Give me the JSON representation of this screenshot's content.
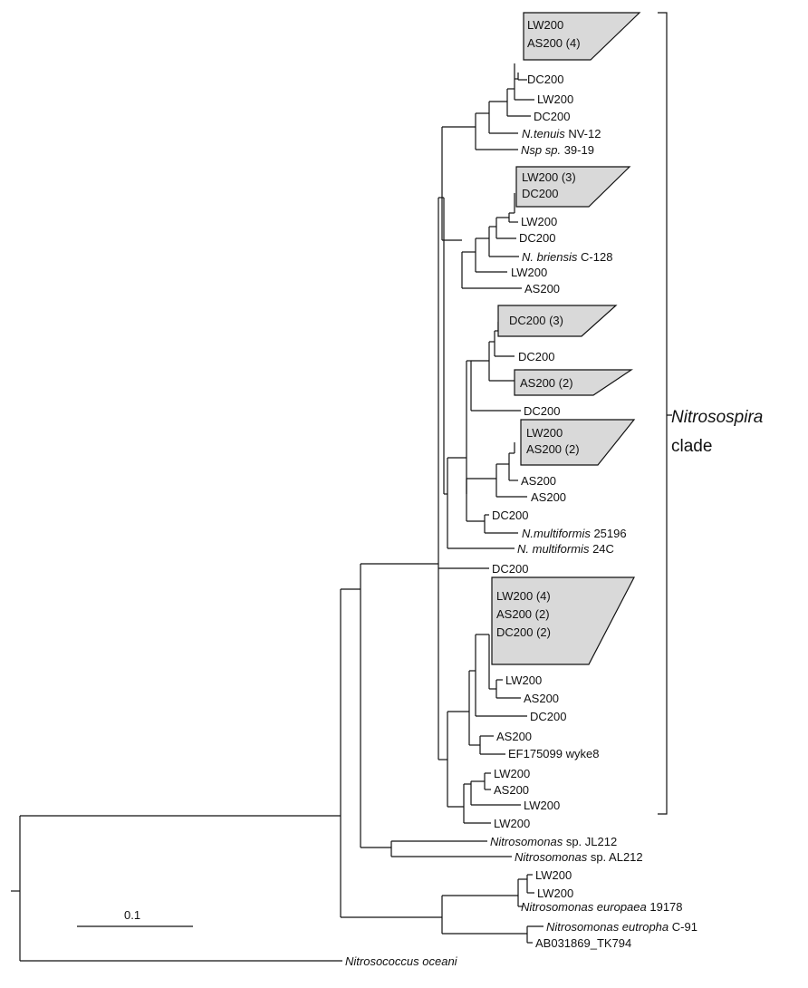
{
  "clade": {
    "bracket_line1": "Nitrosospira",
    "bracket_line2": "clade"
  },
  "scale_bar": {
    "label": "0.1",
    "length": 0.1
  },
  "collapsed_groups": [
    {
      "lines": [
        "LW200",
        "AS200 (4)"
      ]
    },
    {
      "lines": [
        "LW200 (3)",
        "DC200"
      ]
    },
    {
      "lines": [
        "DC200 (3)"
      ]
    },
    {
      "lines": [
        "AS200 (2)"
      ]
    },
    {
      "lines": [
        "LW200",
        "AS200 (2)"
      ]
    },
    {
      "lines": [
        "LW200 (4)",
        "AS200 (2)",
        "DC200 (2)"
      ]
    }
  ],
  "leaves": [
    {
      "it": "",
      "rest": "DC200"
    },
    {
      "it": "",
      "rest": "LW200"
    },
    {
      "it": "",
      "rest": "DC200"
    },
    {
      "it": "N.tenuis",
      "rest": " NV-12"
    },
    {
      "it": "Nsp sp.",
      "rest": " 39-19"
    },
    {
      "it": "",
      "rest": "LW200"
    },
    {
      "it": "",
      "rest": "DC200"
    },
    {
      "it": "N. briensis",
      "rest": " C-128"
    },
    {
      "it": "",
      "rest": "LW200"
    },
    {
      "it": "",
      "rest": "AS200"
    },
    {
      "it": "",
      "rest": "DC200"
    },
    {
      "it": "",
      "rest": "DC200"
    },
    {
      "it": "",
      "rest": "AS200"
    },
    {
      "it": "",
      "rest": "AS200"
    },
    {
      "it": "",
      "rest": "DC200"
    },
    {
      "it": "N.multiformis",
      "rest": " 25196"
    },
    {
      "it": "N. multiformis",
      "rest": " 24C"
    },
    {
      "it": "",
      "rest": "DC200"
    },
    {
      "it": "",
      "rest": "LW200"
    },
    {
      "it": "",
      "rest": "AS200"
    },
    {
      "it": "",
      "rest": "DC200"
    },
    {
      "it": "",
      "rest": "AS200"
    },
    {
      "it": "",
      "rest": "EF175099  wyke8"
    },
    {
      "it": "",
      "rest": "LW200"
    },
    {
      "it": "",
      "rest": "AS200"
    },
    {
      "it": "",
      "rest": "LW200"
    },
    {
      "it": "",
      "rest": "LW200"
    },
    {
      "it": "Nitrosomonas",
      "rest": " sp. JL212"
    },
    {
      "it": "Nitrosomonas",
      "rest": " sp. AL212"
    },
    {
      "it": "",
      "rest": "LW200"
    },
    {
      "it": "",
      "rest": "LW200"
    },
    {
      "it": "Nitrosomonas europaea",
      "rest": " 19178"
    },
    {
      "it": "Nitrosomonas eutropha",
      "rest": " C-91"
    },
    {
      "it": "",
      "rest": "AB031869_TK794"
    },
    {
      "it": "Nitrosococcus oceani",
      "rest": ""
    }
  ]
}
